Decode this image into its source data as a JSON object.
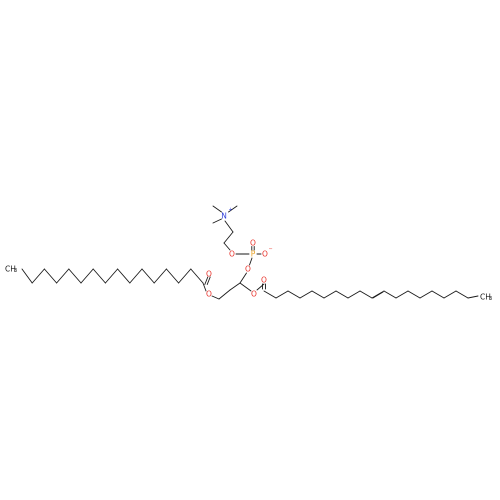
{
  "colors": {
    "bond": "#1a1a1a",
    "carbon": "#1a1a1a",
    "oxygen": "#e8322a",
    "nitrogen": "#2f3fd8",
    "phosphorus": "#e8a020"
  },
  "atoms": {
    "N": "N",
    "N_charge": "+",
    "P": "P",
    "O_phosphoryl": "O",
    "O_anion": "O",
    "O_anion_charge": "−",
    "O_choline_ester": "O",
    "O_glycerol_phosphate": "O",
    "O_sn1_carbonyl": "O",
    "O_sn1_ester": "O",
    "O_sn2_carbonyl": "O",
    "O_sn2_ester": "O",
    "CH3_left": "CH",
    "CH3_left_sub": "3",
    "CH3_right": "CH",
    "CH3_right_sub": "3"
  }
}
